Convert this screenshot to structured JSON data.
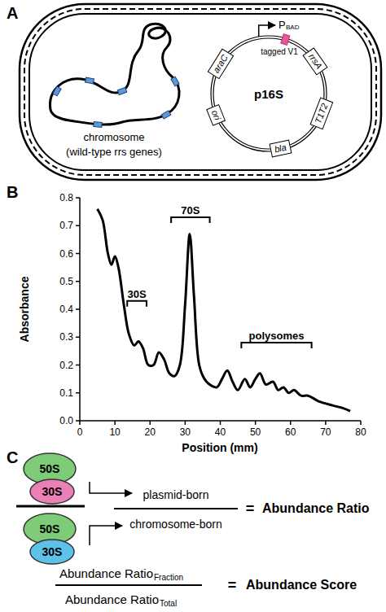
{
  "diagram": {
    "nodes": [
      {
        "text": [
          "p16S"
        ]
      },
      {
        "text": [
          "araC"
        ],
        "in": 0
      },
      {
        "text": [
          "rrsA"
        ],
        "in": 0
      },
      {
        "text": [
          "T1T2"
        ],
        "in": 0
      },
      {
        "text": [
          "bla"
        ],
        "in": 0
      },
      {
        "text": [
          "ori"
        ],
        "in": 0
      },
      {
        "text": [
          "50S"
        ]
      },
      {
        "text": [
          "30S"
        ]
      },
      {
        "text": [
          "50S"
        ]
      },
      {
        "text": [
          "30S"
        ]
      }
    ],
    "labels": [
      "A",
      "chromosome",
      "(wild-type rrs genes)",
      "P",
      "BAD",
      "tagged V1",
      "B",
      "0.0",
      "0.1",
      "0.2",
      "0.3",
      "0.4",
      "0.5",
      "0.6",
      "0.7",
      "0.8",
      "0",
      "10",
      "20",
      "30",
      "40",
      "50",
      "60",
      "70",
      "80",
      "Absorbance",
      "Position (mm)",
      "30S",
      "70S",
      "polysomes",
      "C",
      "plasmid-born",
      "chromosome-born",
      "=",
      "Abundance Ratio",
      "Abundance Ratio",
      "Fraction",
      "Abundance Ratio",
      "Total",
      "=",
      "Abundance Score"
    ]
  }
}
